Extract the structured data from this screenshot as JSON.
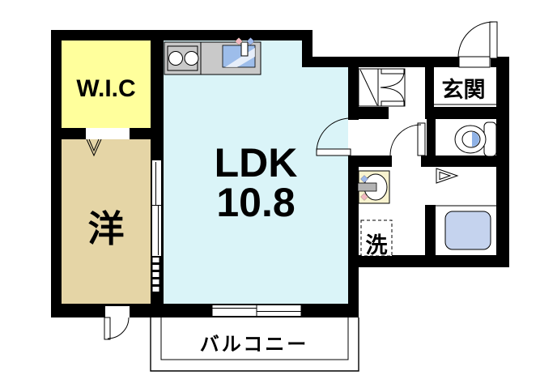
{
  "rooms": {
    "wic": {
      "label": "W.I.C"
    },
    "western": {
      "label": "洋"
    },
    "ldk": {
      "label": "LDK",
      "area": "10.8"
    },
    "entrance": {
      "label": "玄関"
    },
    "laundry": {
      "label": "洗"
    },
    "balcony": {
      "label": "バルコニー"
    }
  },
  "icons": [
    "stove-burners",
    "kitchen-sink",
    "faucet",
    "hot-water-diamond",
    "cold-water-diamond",
    "entrance-door",
    "shoe-cabinet",
    "interior-doors",
    "folding-bath-door",
    "toilet",
    "washbasin",
    "washing-machine-space",
    "bathtub",
    "sliding-door",
    "sliding-window",
    "balcony-outline",
    "wic-opening-mark"
  ],
  "colors": {
    "wall": "#000000",
    "wic_fill": "#ffff9c",
    "western_fill": "#e5d5a6",
    "ldk_fill": "#daf4f8",
    "counter_fill": "#c9c9c9",
    "sink_blue": "#9dbdea",
    "tub_fill": "#c5d3ee",
    "basin_fill": "#f8f3cf",
    "water_blue": "#8fb2e6",
    "hot_pink": "#f2b7c0",
    "cold_blue": "#9db9ea",
    "faucet_gray": "#b4b4b4"
  }
}
